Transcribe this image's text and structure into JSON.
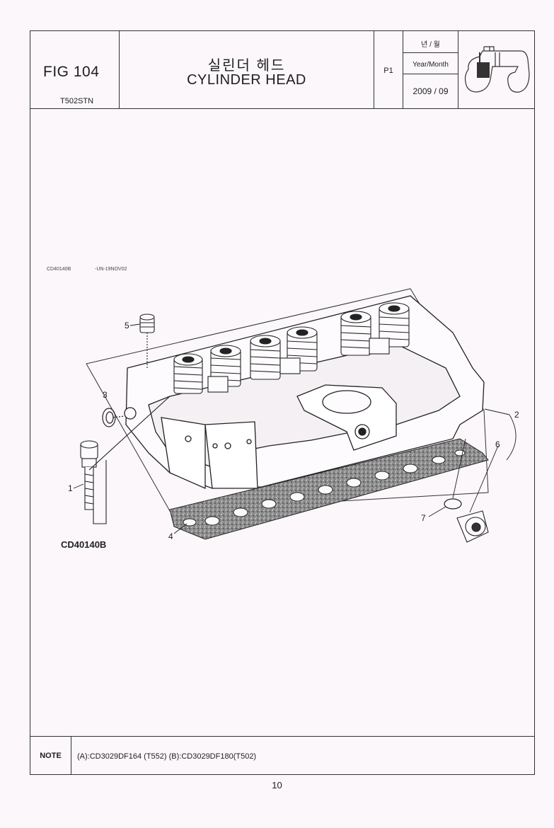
{
  "header": {
    "fig": "FIG 104",
    "model": "T502STN",
    "title_ko": "실린더 헤드",
    "title_en": "CYLINDER HEAD",
    "page": "P1",
    "date_label_ko": "년 / 월",
    "date_label_en": "Year/Month",
    "date_value": "2009 / 09",
    "icon": "tractor-icon"
  },
  "drawing": {
    "ref_left": "CD40140B",
    "ref_right": "-UN-19NOV02",
    "caption": "CD40140B",
    "callouts": [
      "1",
      "2",
      "3",
      "4",
      "5",
      "6",
      "7"
    ]
  },
  "note": {
    "label": "NOTE",
    "text": "(A):CD3029DF164 (T552)  (B):CD3029DF180(T502)"
  },
  "page_number": "10"
}
